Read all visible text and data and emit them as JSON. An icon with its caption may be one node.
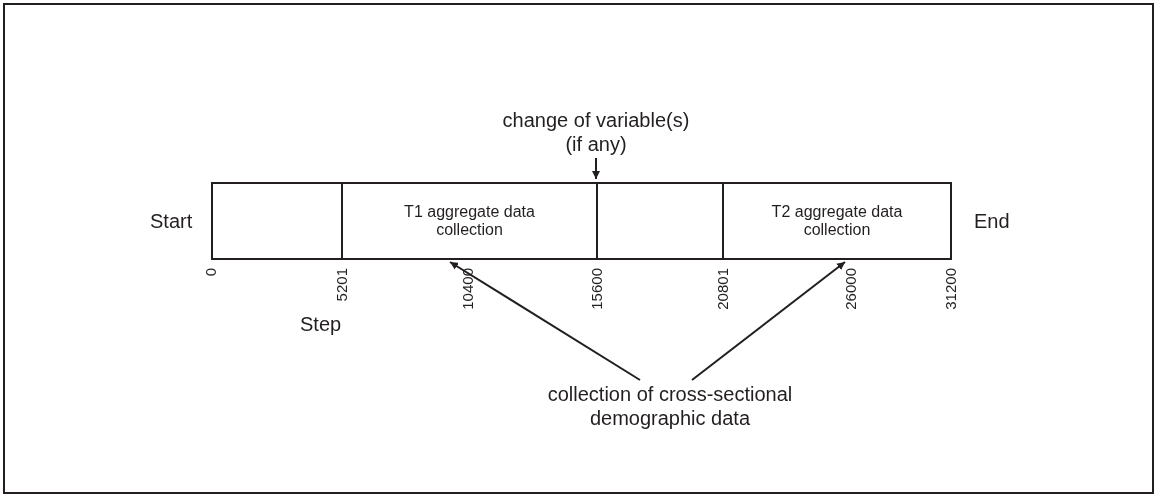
{
  "diagram": {
    "nodes": [
      {
        "text": [
          "change of variable(s) (if any)"
        ]
      },
      {
        "text": [],
        "shape": "box"
      },
      {
        "text": [
          "T1 aggregate data collection"
        ]
      },
      {
        "text": [],
        "shape": "box"
      },
      {
        "text": [
          "T2 aggregate data collection"
        ]
      },
      {
        "text": [
          "collection of cross-sectional demographic data"
        ]
      }
    ],
    "edges": [
      {
        "from": 0,
        "to": null,
        "arrow": "to"
      },
      {
        "from": 5,
        "to": 2,
        "arrow": "to"
      },
      {
        "from": 5,
        "to": 4,
        "arrow": "to"
      }
    ],
    "labels": [
      "Start",
      "End",
      "0",
      "5201",
      "10400",
      "15600",
      "20801",
      "26000",
      "31200",
      "Step"
    ]
  }
}
